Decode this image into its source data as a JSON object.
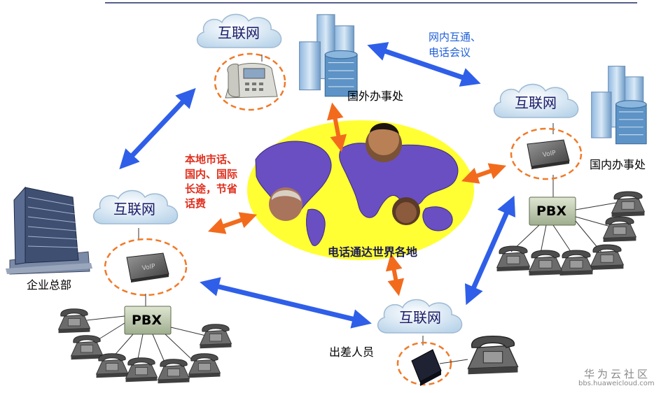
{
  "internet_label": "互联网",
  "sites": {
    "overseas_office": "国外办事处",
    "domestic_office": "国内办事处",
    "headquarters": "企业总部",
    "traveler": "出差人员"
  },
  "notes": {
    "intranet": [
      "网内互通、",
      "电话会议"
    ],
    "local_calls": [
      "本地市话、",
      "国内、国际",
      "长途，节省",
      "话费"
    ],
    "center": "电话通达世界各地"
  },
  "pbx_label": "PBX",
  "watermark": {
    "main": "华为云社区",
    "sub": "bbs.huaweicloud.com"
  },
  "colors": {
    "blue_arrow": "#2f5fe8",
    "orange_arrow": "#f26b1d",
    "globe_bg": "#ffff33",
    "continent": "#6a4fc2",
    "ring": "#f07a28"
  }
}
